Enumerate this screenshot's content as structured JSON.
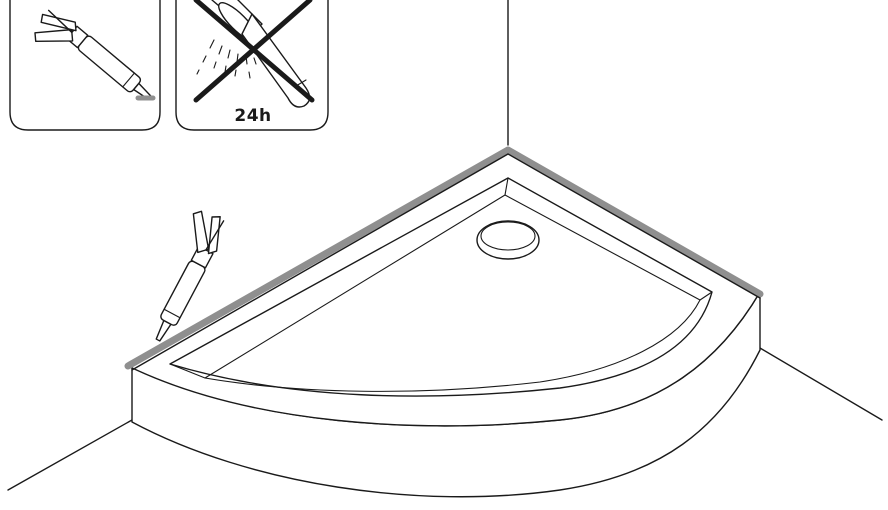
{
  "instruction_panels": [
    {
      "id": "apply-sealant",
      "icon": "silicone-gun-icon",
      "label": ""
    },
    {
      "id": "no-water",
      "icon": "shower-head-crossed-icon",
      "label": "24h"
    }
  ],
  "colors": {
    "line": "#1a1a1a",
    "sealant": "#8f8f8f",
    "background": "#ffffff"
  }
}
